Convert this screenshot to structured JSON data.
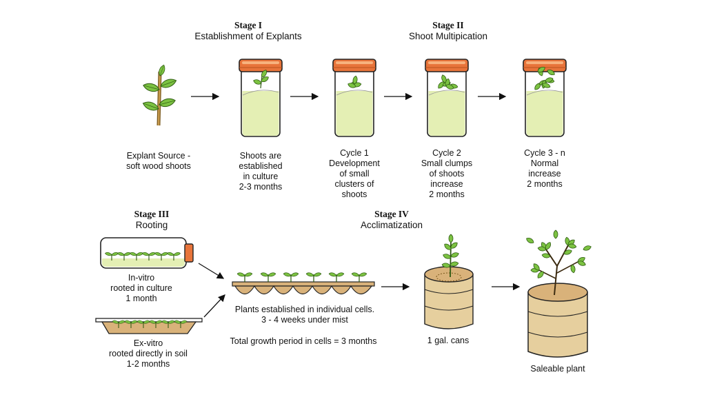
{
  "stages": {
    "stage1": {
      "title": "Stage I",
      "subtitle": "Establishment of Explants"
    },
    "stage2": {
      "title": "Stage II",
      "subtitle": "Shoot Multipication"
    },
    "stage3": {
      "title": "Stage III",
      "subtitle": "Rooting"
    },
    "stage4": {
      "title": "Stage IV",
      "subtitle": "Acclimatization"
    }
  },
  "labels": {
    "explant": [
      "Explant Source -",
      "soft wood shoots"
    ],
    "established": [
      "Shoots are",
      "established",
      "in culture",
      "2-3 months"
    ],
    "cycle1": [
      "Cycle 1",
      "Development",
      "of small",
      "clusters of",
      "shoots"
    ],
    "cycle2": [
      "Cycle 2",
      "Small clumps",
      "of shoots",
      "increase",
      "2 months"
    ],
    "cycle3": [
      "Cycle 3 - n",
      "Normal",
      "increase",
      "2 months"
    ],
    "invitro": [
      "In-vitro",
      "rooted in culture",
      "1 month"
    ],
    "exvitro": [
      "Ex-vitro",
      "rooted directly in soil",
      "1-2 months"
    ],
    "cells": [
      "Plants established in individual cells.",
      "3 - 4 weeks under mist"
    ],
    "total": [
      "Total growth period in cells = 3 months"
    ],
    "gallon": [
      "1 gal. cans"
    ],
    "saleable": [
      "Saleable plant"
    ]
  },
  "colors": {
    "leaf": "#7cc242",
    "medium": "#e4efb4",
    "cap": "#e8743a",
    "soil": "#d9b27a",
    "can": "#e6cf9e"
  }
}
